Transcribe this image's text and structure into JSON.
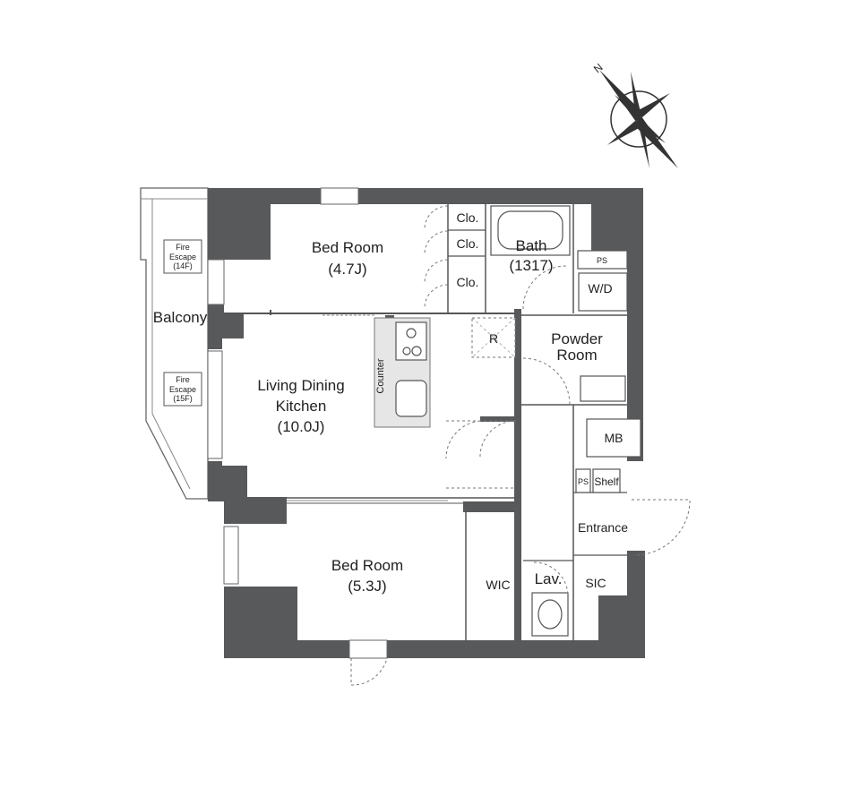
{
  "compass": {
    "north_label": "N"
  },
  "rooms": {
    "bedroom1": {
      "name": "Bed Room",
      "size": "(4.7J)"
    },
    "bedroom2": {
      "name": "Bed Room",
      "size": "(5.3J)"
    },
    "ldk": {
      "line1": "Living Dining",
      "line2": "Kitchen",
      "size": "(10.0J)"
    },
    "bath": {
      "name": "Bath",
      "size": "(1317)"
    },
    "powder": {
      "line1": "Powder",
      "line2": "Room"
    },
    "balcony": "Balcony",
    "entrance": "Entrance",
    "wic": "WIC",
    "sic": "SIC",
    "lav": "Lav.",
    "mb": "MB",
    "shelf": "Shelf",
    "ps_top": "PS",
    "ps_mid": "PS",
    "wd": "W/D",
    "counter": "Counter",
    "fridge": "R",
    "closets": [
      "Clo.",
      "Clo.",
      "Clo."
    ],
    "fire_escape_14": {
      "line1": "Fire",
      "line2": "Escape",
      "line3": "(14F)"
    },
    "fire_escape_15": {
      "line1": "Fire",
      "line2": "Escape",
      "line3": "(15F)"
    }
  }
}
